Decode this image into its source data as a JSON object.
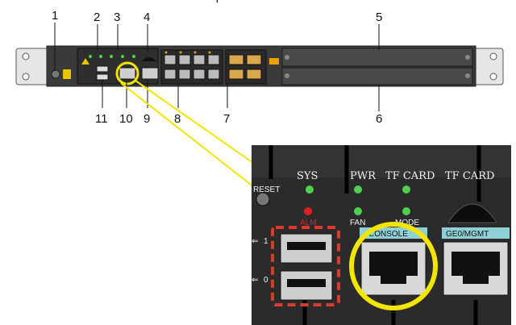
{
  "top_mark": "'",
  "callouts": [
    {
      "num": "1"
    },
    {
      "num": "2"
    },
    {
      "num": "3"
    },
    {
      "num": "4"
    },
    {
      "num": "5"
    },
    {
      "num": "6"
    },
    {
      "num": "7"
    },
    {
      "num": "8"
    },
    {
      "num": "9"
    },
    {
      "num": "10"
    },
    {
      "num": "11"
    }
  ],
  "zoom_labels": {
    "sys": "SYS",
    "pwr": "PWR",
    "tf_card_led": "TF CARD",
    "tf_card_slot": "TF CARD",
    "reset": "RESET",
    "alm": "ALM",
    "fan": "FAN",
    "mode": "MODE",
    "console": "CONSOLE",
    "ge0_mgmt": "GE0/MGMT",
    "usb_1": "1",
    "usb_0": "0"
  },
  "colors": {
    "highlight_yellow": "#f2e600",
    "usb_dashed_red": "#d93a2b",
    "led_green": "#4fd04f",
    "led_red": "#e02020",
    "panel_dark": "#2b2b2b",
    "port_tag_bg": "#8fd0d6"
  }
}
